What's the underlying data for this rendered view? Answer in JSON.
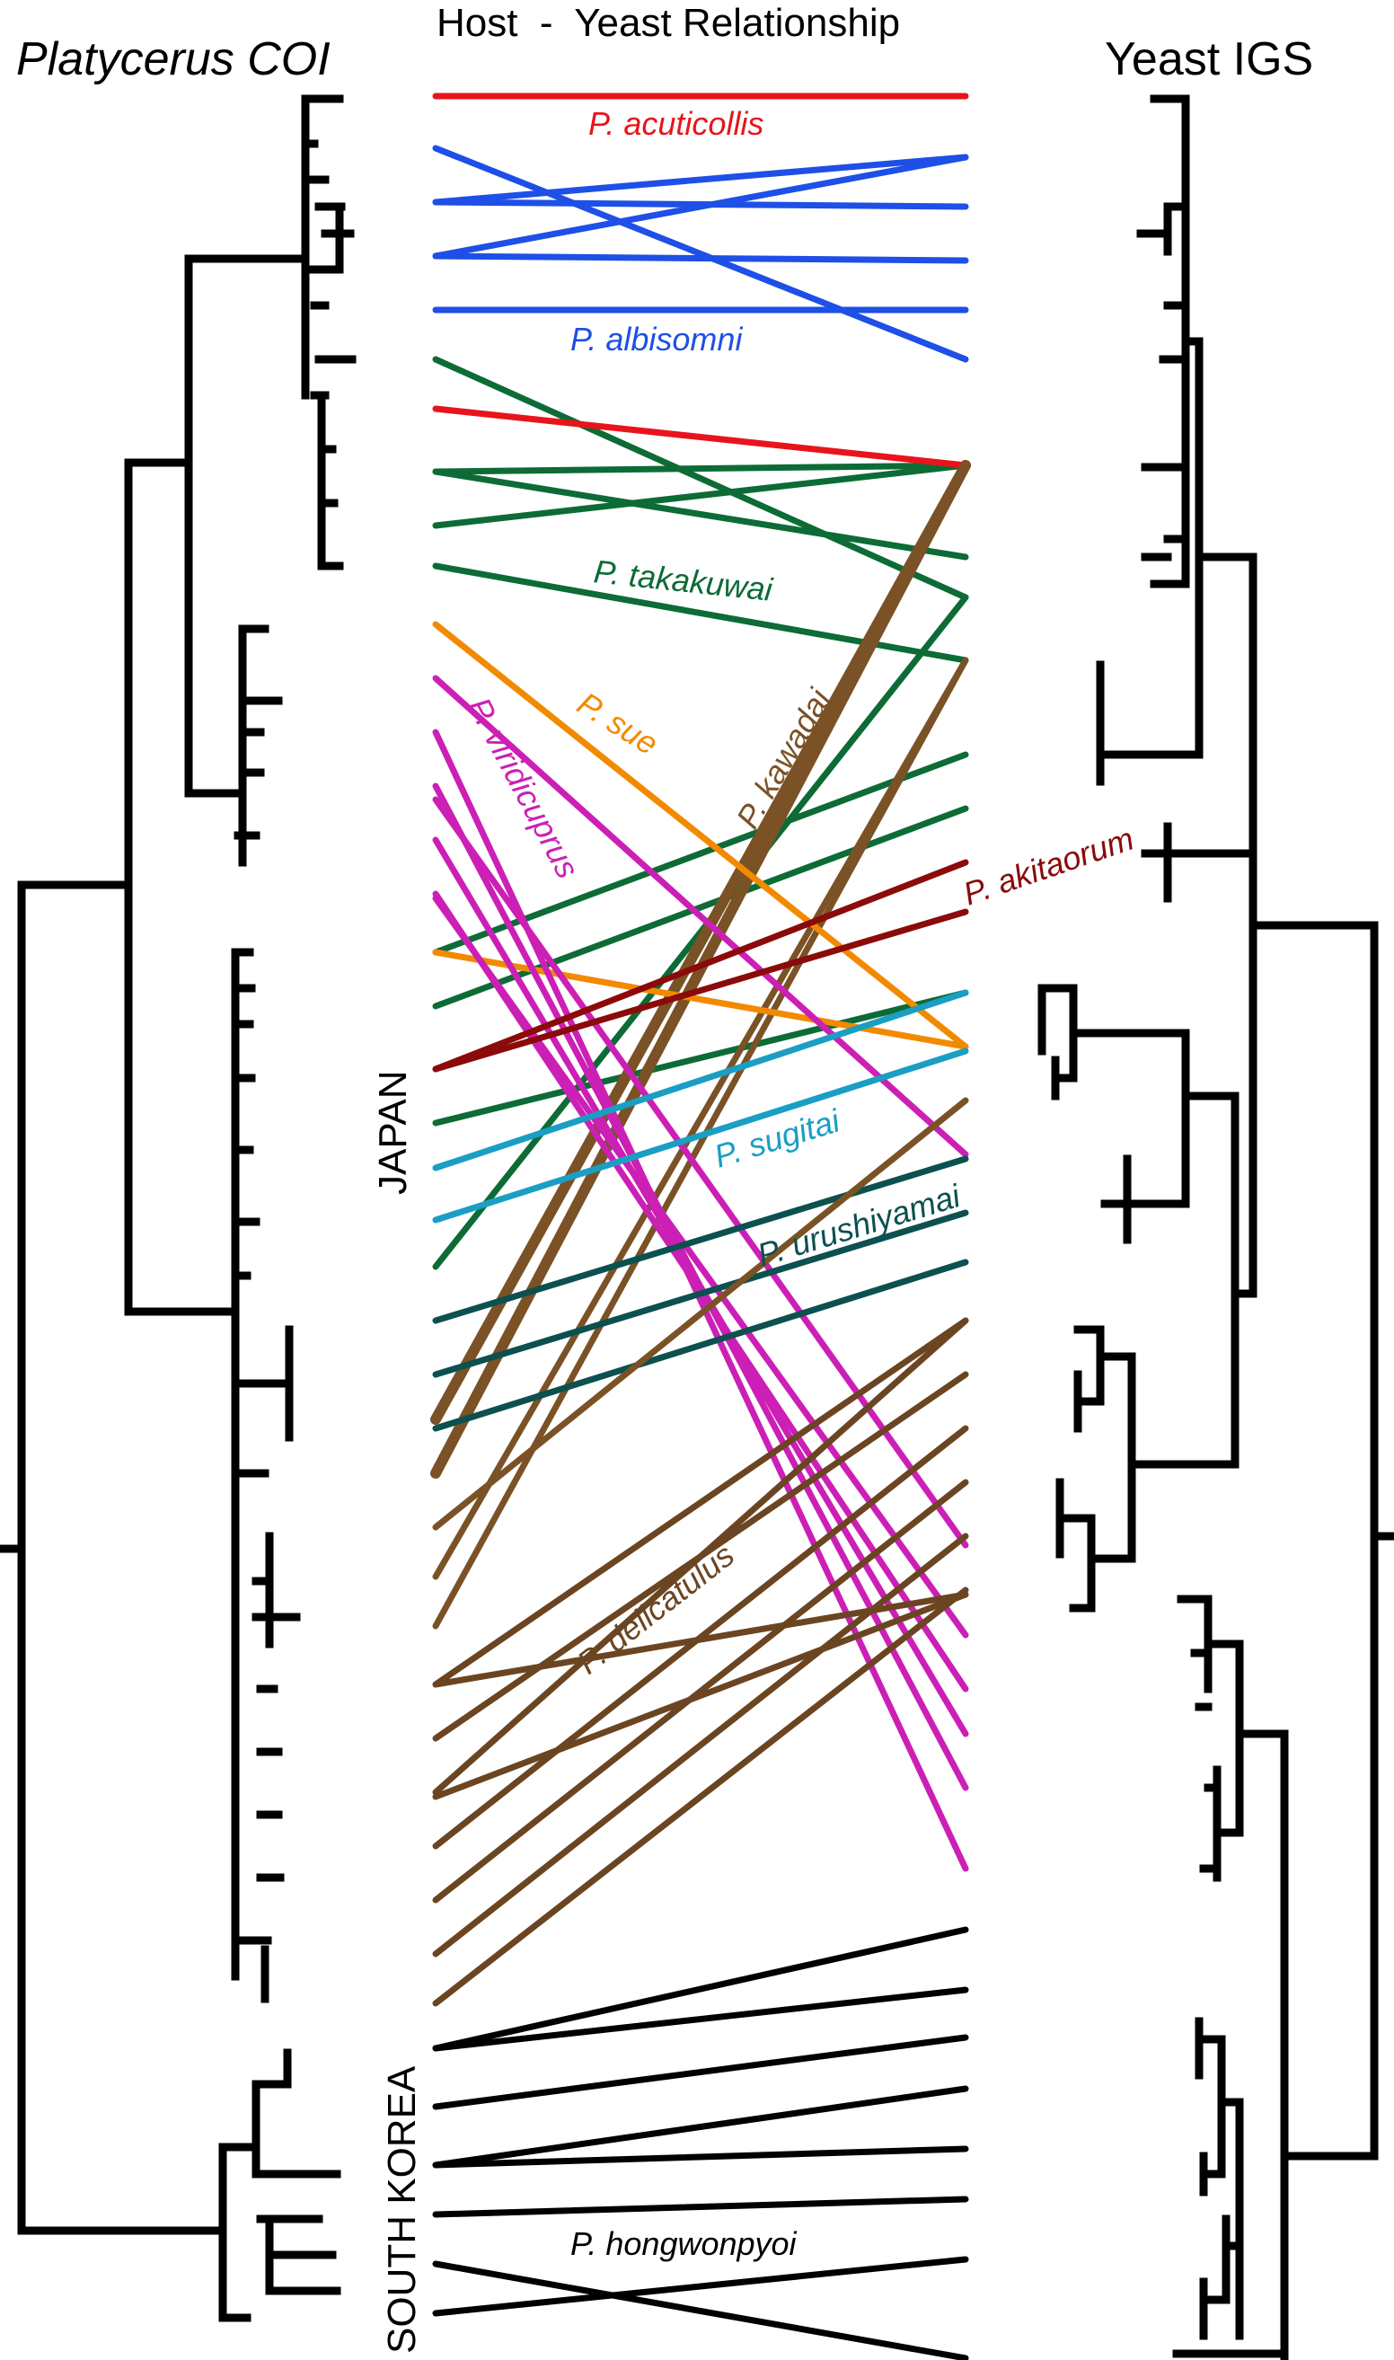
{
  "header": {
    "left_title": "Platycerus COI",
    "center_title": "Host  -  Yeast Relationship",
    "right_title": "Yeast IGS"
  },
  "regions": {
    "japan": "JAPAN",
    "south_korea": "SOUTH KOREA"
  },
  "species": [
    {
      "id": "acuticollis",
      "label": "P. acuticollis",
      "color": "#e8141b"
    },
    {
      "id": "albisomni",
      "label": "P. albisomni",
      "color": "#1e4fe6"
    },
    {
      "id": "takakuwai",
      "label": "P. takakuwai",
      "color": "#0d6b36"
    },
    {
      "id": "sue",
      "label": "P. sue",
      "color": "#f28a00"
    },
    {
      "id": "viridicuprus",
      "label": "P. viridicuprus",
      "color": "#cc1fb5"
    },
    {
      "id": "kawadai",
      "label": "P. kawadai",
      "color": "#7a5226"
    },
    {
      "id": "akitaorum",
      "label": "P. akitaorum",
      "color": "#8b0a0a"
    },
    {
      "id": "sugitai",
      "label": "P. sugitai",
      "color": "#1a9ec4"
    },
    {
      "id": "urushiyamai",
      "label": "P. urushiyamai",
      "color": "#0c5050"
    },
    {
      "id": "delicatulus",
      "label": "P. delicatulus",
      "color": "#6b4522"
    },
    {
      "id": "hongwonpyoi",
      "label": "P. hongwonpyoi",
      "color": "#000000"
    }
  ]
}
